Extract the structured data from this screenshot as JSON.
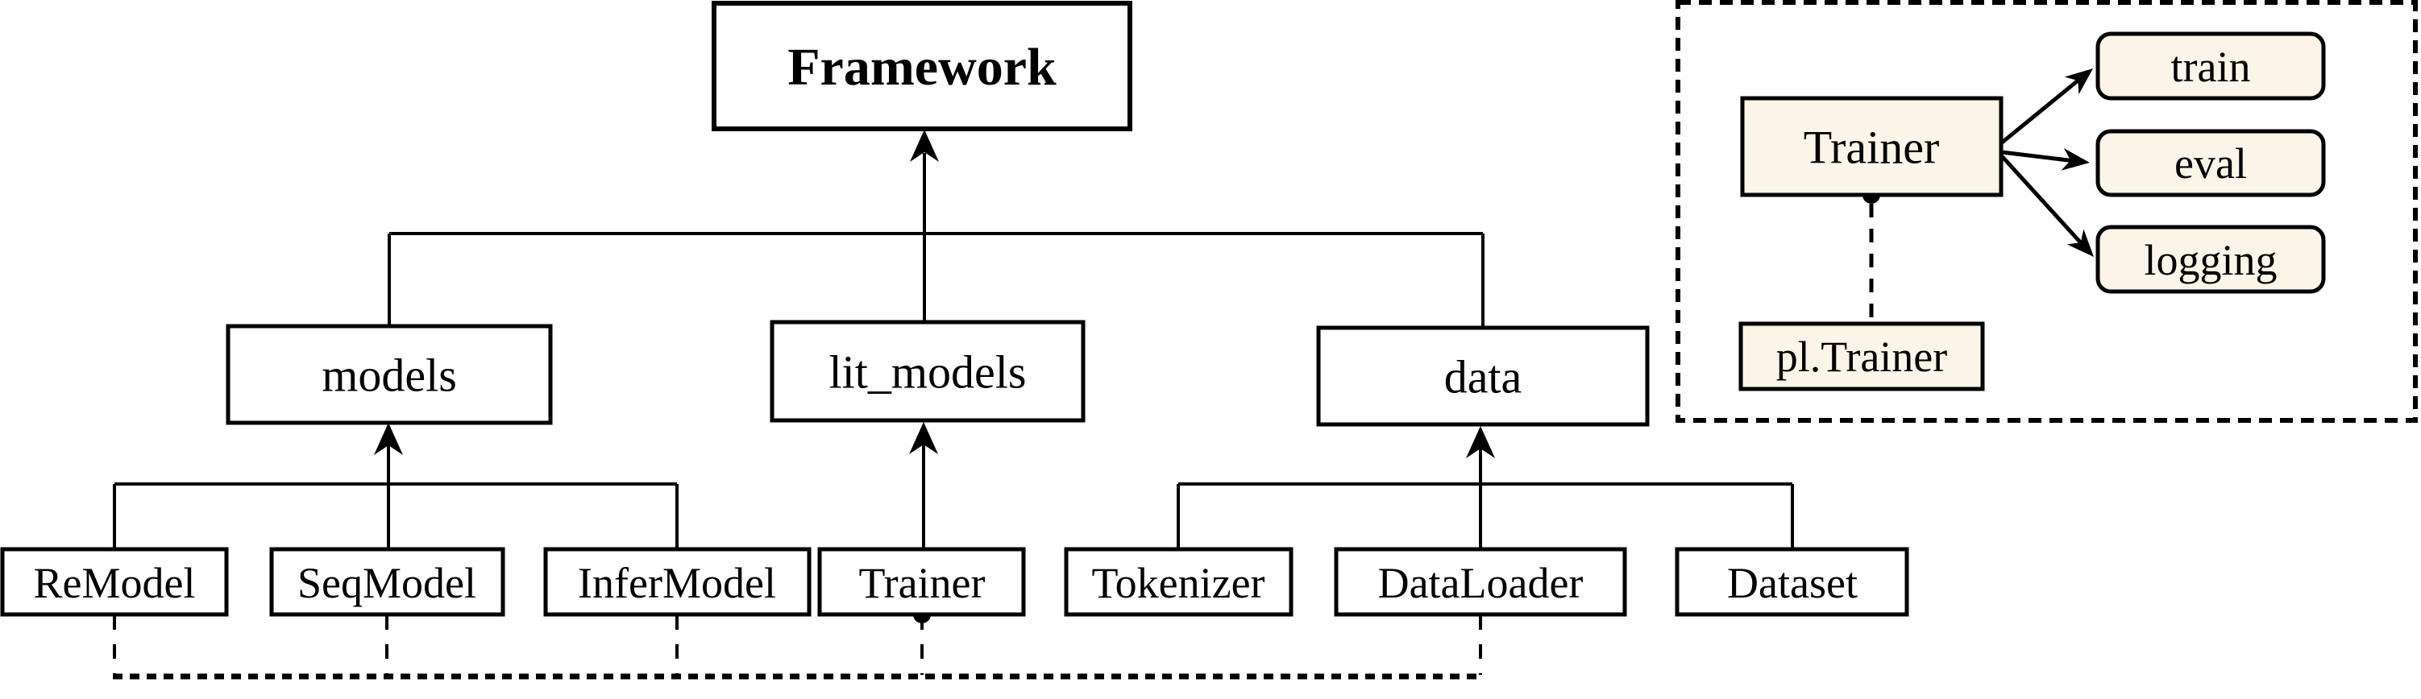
{
  "diagram": {
    "root": {
      "label": "Framework"
    },
    "packages": [
      {
        "label": "models",
        "children": [
          "ReModel",
          "SeqModel",
          "InferModel"
        ]
      },
      {
        "label": "lit_models",
        "children": [
          "Trainer"
        ]
      },
      {
        "label": "data",
        "children": [
          "Tokenizer",
          "DataLoader",
          "Dataset"
        ]
      }
    ],
    "trainer_panel": {
      "trainer": "Trainer",
      "methods": [
        "train",
        "eval",
        "logging"
      ],
      "base_class": "pl.Trainer"
    },
    "colors": {
      "stroke": "#000000",
      "plain_fill": "#ffffff",
      "highlight_fill": "#FAF4E9",
      "background": "#ffffff"
    }
  }
}
